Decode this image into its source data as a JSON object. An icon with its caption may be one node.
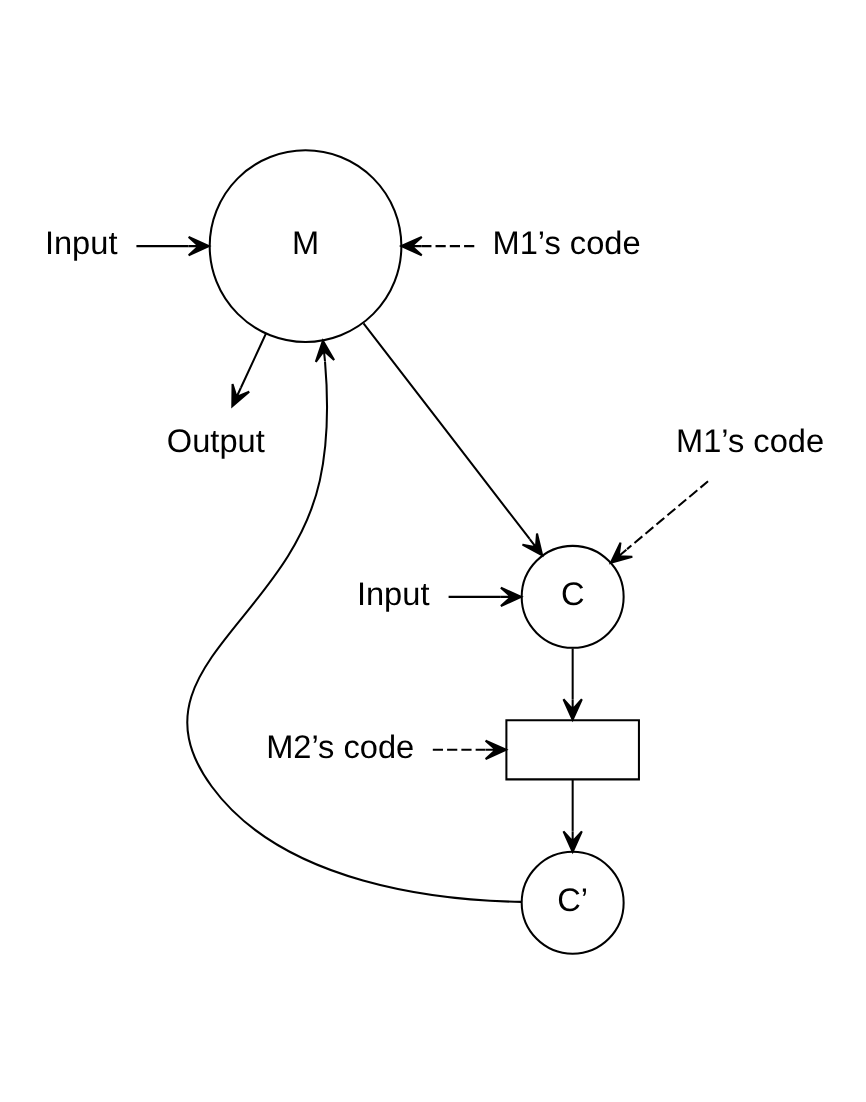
{
  "diagram": {
    "nodes": [
      {
        "text": [
          "M"
        ]
      },
      {
        "text": [
          "Input"
        ]
      },
      {
        "text": [
          "Output"
        ]
      },
      {
        "text": [
          "M1’s code"
        ]
      },
      {
        "text": [
          "C"
        ]
      },
      {
        "text": [
          "Input"
        ]
      },
      {
        "text": [
          "M2’s code"
        ]
      },
      {
        "text": [],
        "shape": "box"
      },
      {
        "text": [
          "M1’s code"
        ]
      },
      {
        "text": [
          "C’"
        ]
      }
    ],
    "edges": [
      {
        "from": 9,
        "to": 0,
        "arrow": "to"
      },
      {
        "from": 1,
        "to": 0,
        "arrow": "to"
      },
      {
        "from": 0,
        "to": 2,
        "arrow": "to"
      },
      {
        "from": 0,
        "to": 4,
        "arrow": "to"
      },
      {
        "from": 3,
        "to": 4,
        "arrow": "to",
        "style": "dashed"
      },
      {
        "from": 5,
        "to": 4,
        "arrow": "to"
      },
      {
        "from": 4,
        "to": 7,
        "arrow": "to"
      },
      {
        "from": 6,
        "to": 7,
        "arrow": "to",
        "style": "dashed"
      },
      {
        "from": 7,
        "to": 9,
        "arrow": "to"
      },
      {
        "from": 8,
        "to": 0,
        "arrow": "to",
        "style": "dashed"
      }
    ]
  }
}
